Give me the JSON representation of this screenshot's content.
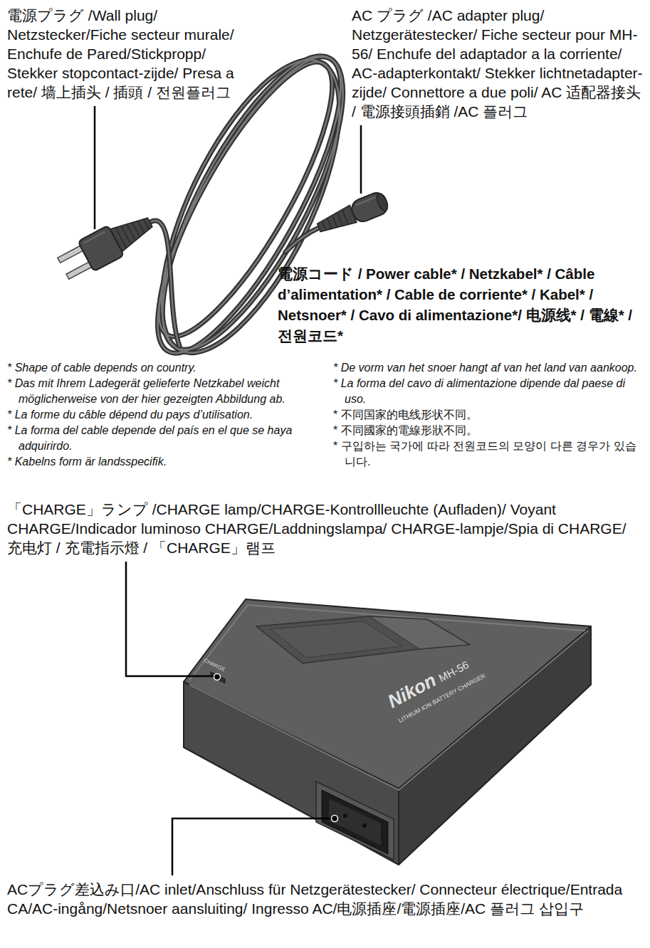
{
  "diagram": {
    "labels": [
      "電源プラグ /Wall plug/ Netzstecker/Fiche secteur murale/ Enchufe de Pared/Stickpropp/ Stekker stopcontact-zijde/ Presa a rete/ 墙上插头 / 插頭 / 전원플러그",
      "AC プラグ /AC adapter plug/ Netzgerätestecker/ Fiche secteur pour MH-56/ Enchufe del adaptador a la corriente/ AC-adapterkontakt/ Stekker lichtnetadapter-zijde/ Connettore a due poli/ AC 适配器接头 / 電源接頭插銷 /AC 플러그",
      "電源コード / Power cable* / Netzkabel* / Câble d’alimentation* / Cable de corriente* / Kabel* / Netsnoer* / Cavo di alimentazione*/ 电源线* / 電線* / 전원코드*",
      "* Shape of cable depends on country.",
      "* Das mit Ihrem Ladegerät gelieferte Netzkabel weicht möglicherweise von der hier gezeigten Abbildung ab.",
      "* La forme du câble dépend du pays d’utilisation.",
      "* La forma del cable depende del país en el que se haya adquirirdo.",
      "* Kabelns form är landsspecifik.",
      "* De vorm van het snoer hangt af van het land van aankoop.",
      "* La forma del cavo di alimentazione dipende dal paese di uso.",
      "* 不同国家的电线形状不同。",
      "* 不同國家的電線形狀不同。",
      "* 구입하는 국가에 따라 전원코드의 모양이 다른 경우가 있습니다.",
      "「CHARGE」ランプ /CHARGE lamp/CHARGE-Kontrollleuchte (Aufladen)/ Voyant CHARGE/Indicador luminoso CHARGE/Laddningslampa/ CHARGE-lampje/Spia di CHARGE/ 充电灯 / 充電指示燈 / 「CHARGE」램프",
      "CHARGE",
      "Nikon",
      "MH-56",
      "LITHIUM ION BATTERY CHARGER",
      "ACプラグ差込み口/AC inlet/Anschluss für Netzgerätestecker/ Connecteur électrique/Entrada CA/AC-ingång/Netsnoer aansluiting/ Ingresso AC/电源插座/電源插座/AC 플러그 삽입구"
    ]
  }
}
